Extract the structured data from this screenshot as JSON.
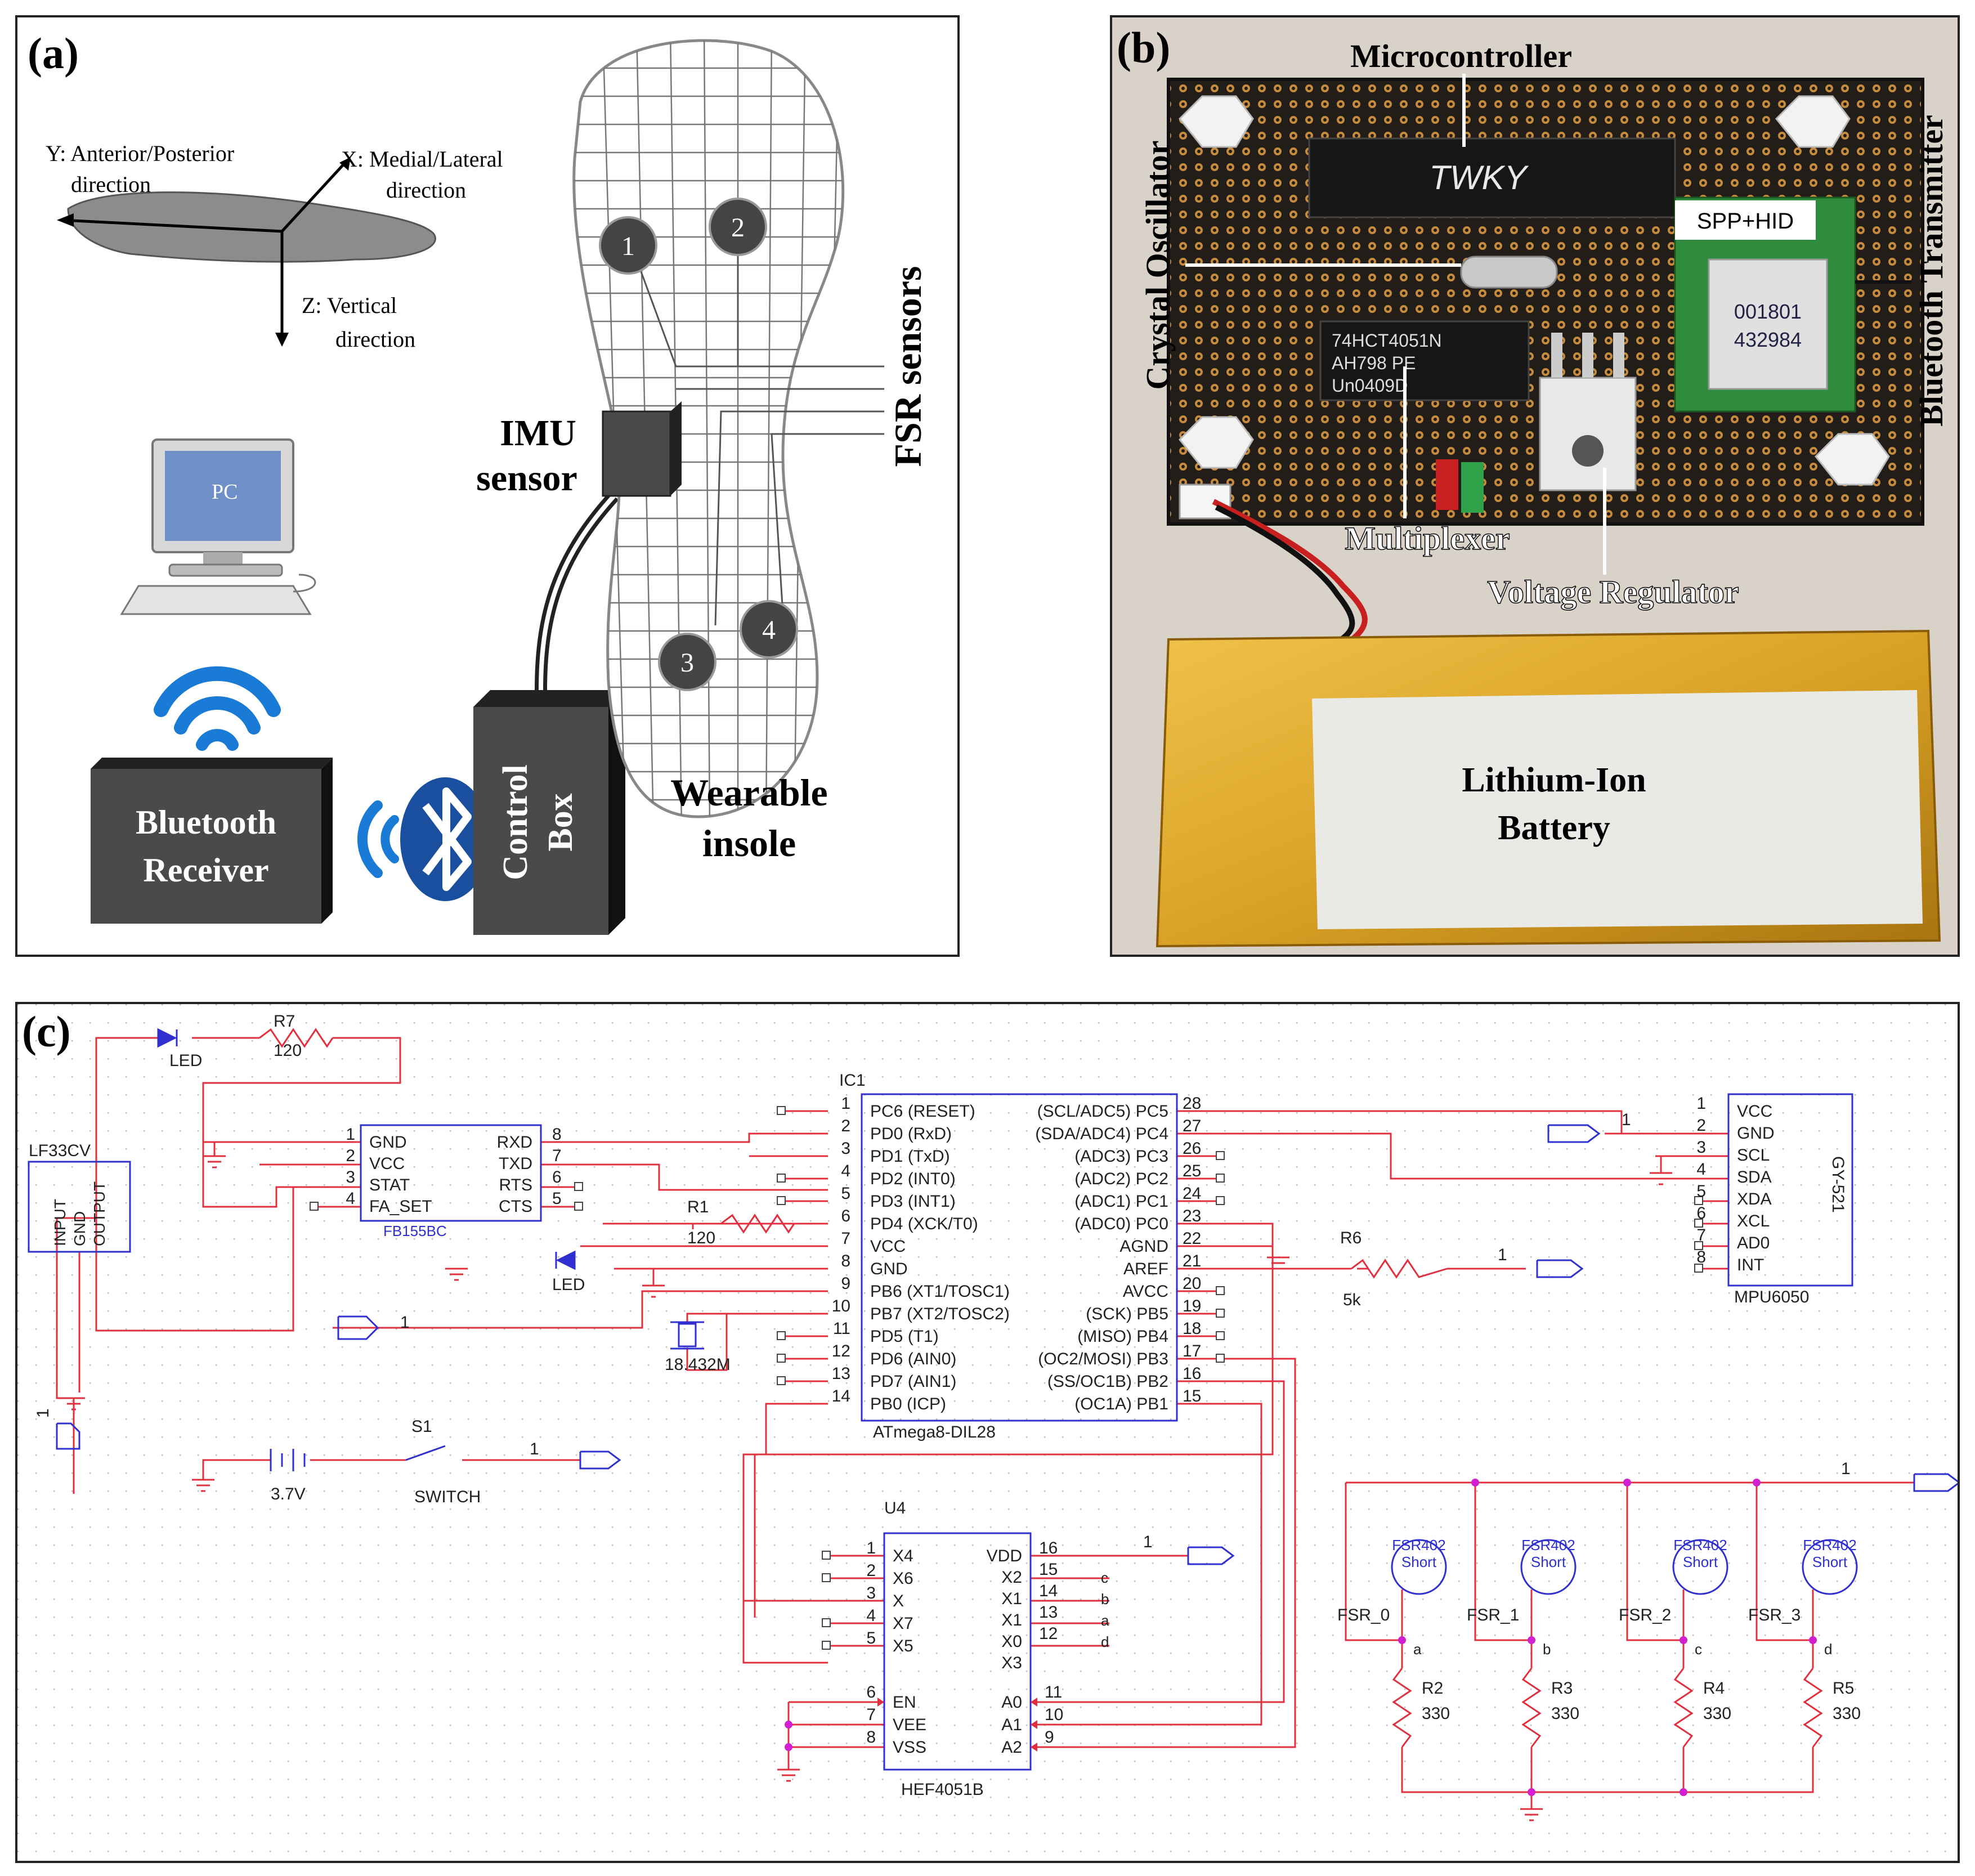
{
  "panel_a": {
    "label": "(a)",
    "axis_y": "Y: Anterior/Posterior",
    "axis_y2": "direction",
    "axis_x": "X: Medial/Lateral",
    "axis_x2": "direction",
    "axis_z": "Z: Vertical",
    "axis_z2": "direction",
    "pc": "PC",
    "bt_receiver_1": "Bluetooth",
    "bt_receiver_2": "Receiver",
    "control_box_1": "Control",
    "control_box_2": "Box",
    "imu_1": "IMU",
    "imu_2": "sensor",
    "fsr": "FSR sensors",
    "insole_1": "Wearable",
    "insole_2": "insole",
    "sensor_numbers": [
      "1",
      "2",
      "3",
      "4"
    ]
  },
  "panel_b": {
    "label": "(b)",
    "microcontroller": "Microcontroller",
    "crystal": "Crystal Oscillator",
    "bt_transmitter": "Bluetooth Transmitter",
    "multiplexer": "Multiplexer",
    "regulator": "Voltage Regulator",
    "battery_1": "Lithium-Ion",
    "battery_2": "Battery",
    "chip_mux_1": "74HCT4051N",
    "chip_mux_2": "AH798     PE",
    "chip_mux_3": "Un0409D",
    "bt_module_top": "SPP+HID",
    "bt_module_1": "001801",
    "bt_module_2": "432984",
    "mcu_marking": "TWKY"
  },
  "panel_c": {
    "label": "(c)",
    "ic1_name": "IC1",
    "ic1_part": "ATmega8-DIL28",
    "ic1_left_pins": [
      {
        "n": "1",
        "name": "PC6 (RESET)"
      },
      {
        "n": "2",
        "name": "PD0 (RxD)"
      },
      {
        "n": "3",
        "name": "PD1 (TxD)"
      },
      {
        "n": "4",
        "name": "PD2 (INT0)"
      },
      {
        "n": "5",
        "name": "PD3 (INT1)"
      },
      {
        "n": "6",
        "name": "PD4 (XCK/T0)"
      },
      {
        "n": "7",
        "name": "VCC"
      },
      {
        "n": "8",
        "name": "GND"
      },
      {
        "n": "9",
        "name": "PB6 (XT1/TOSC1)"
      },
      {
        "n": "10",
        "name": "PB7 (XT2/TOSC2)"
      },
      {
        "n": "11",
        "name": "PD5 (T1)"
      },
      {
        "n": "12",
        "name": "PD6 (AIN0)"
      },
      {
        "n": "13",
        "name": "PD7 (AIN1)"
      },
      {
        "n": "14",
        "name": "PB0 (ICP)"
      }
    ],
    "ic1_right_pins": [
      {
        "n": "28",
        "name": "(SCL/ADC5) PC5"
      },
      {
        "n": "27",
        "name": "(SDA/ADC4) PC4"
      },
      {
        "n": "26",
        "name": "(ADC3) PC3"
      },
      {
        "n": "25",
        "name": "(ADC2) PC2"
      },
      {
        "n": "24",
        "name": "(ADC1) PC1"
      },
      {
        "n": "23",
        "name": "(ADC0) PC0"
      },
      {
        "n": "22",
        "name": "AGND"
      },
      {
        "n": "21",
        "name": "AREF"
      },
      {
        "n": "20",
        "name": "AVCC"
      },
      {
        "n": "19",
        "name": "(SCK) PB5"
      },
      {
        "n": "18",
        "name": "(MISO) PB4"
      },
      {
        "n": "17",
        "name": "(OC2/MOSI) PB3"
      },
      {
        "n": "16",
        "name": "(SS/OC1B) PB2"
      },
      {
        "n": "15",
        "name": "(OC1A) PB1"
      }
    ],
    "bt_left_pins": [
      {
        "n": "1",
        "name": "GND"
      },
      {
        "n": "2",
        "name": "VCC"
      },
      {
        "n": "3",
        "name": "STAT"
      },
      {
        "n": "4",
        "name": "FA_SET"
      }
    ],
    "bt_right_pins": [
      {
        "n": "8",
        "name": "RXD"
      },
      {
        "n": "7",
        "name": "TXD"
      },
      {
        "n": "6",
        "name": "RTS"
      },
      {
        "n": "5",
        "name": "CTS"
      }
    ],
    "bt_part": "FB155BC",
    "mpu_pins": [
      {
        "n": "1",
        "name": "VCC"
      },
      {
        "n": "2",
        "name": "GND"
      },
      {
        "n": "3",
        "name": "SCL"
      },
      {
        "n": "4",
        "name": "SDA"
      },
      {
        "n": "5",
        "name": "XDA"
      },
      {
        "n": "6",
        "name": "XCL"
      },
      {
        "n": "7",
        "name": "AD0"
      },
      {
        "n": "8",
        "name": "INT"
      }
    ],
    "mpu_name": "GY-521",
    "mpu_part": "MPU6050",
    "u4_name": "U4",
    "u4_part": "HEF4051B",
    "u4_left_pins": [
      {
        "n": "1",
        "name": "X4"
      },
      {
        "n": "2",
        "name": "X6"
      },
      {
        "n": "3",
        "name": "X"
      },
      {
        "n": "4",
        "name": "X7"
      },
      {
        "n": "5",
        "name": "X5"
      }
    ],
    "u4_left_pins2": [
      {
        "n": "6",
        "name": "EN"
      },
      {
        "n": "7",
        "name": "VEE"
      },
      {
        "n": "8",
        "name": "VSS"
      }
    ],
    "u4_right_pins": [
      {
        "n": "16",
        "name": "VDD",
        "net": ""
      },
      {
        "n": "15",
        "name": "X2",
        "net": "c"
      },
      {
        "n": "14",
        "name": "X1",
        "net": "b"
      },
      {
        "n": "13",
        "name": "X1",
        "net": "a"
      },
      {
        "n": "12",
        "name": "X0",
        "net": "d"
      },
      {
        "n": "",
        "name": "X3",
        "net": ""
      }
    ],
    "u4_right_pins2": [
      {
        "n": "11",
        "name": "A0"
      },
      {
        "n": "10",
        "name": "A1"
      },
      {
        "n": "9",
        "name": "A2"
      }
    ],
    "reg_name": "LF33CV",
    "reg_pins": [
      "INPUT",
      "GND",
      "OUTPUT"
    ],
    "led": "LED",
    "r7_name": "R7",
    "r7_val": "120",
    "r1_name": "R1",
    "r1_val": "120",
    "r6_name": "R6",
    "r6_val": "5k",
    "crystal": "18.432M",
    "battery": "3.7V",
    "switch_name": "S1",
    "switch_label": "SWITCH",
    "port_label": "1",
    "fsr_part_1": "FSR402",
    "fsr_part_2": "Short",
    "fsr": [
      {
        "name": "FSR_0",
        "net": "a",
        "r": "R2",
        "rv": "330"
      },
      {
        "name": "FSR_1",
        "net": "b",
        "r": "R3",
        "rv": "330"
      },
      {
        "name": "FSR_2",
        "net": "c",
        "r": "R4",
        "rv": "330"
      },
      {
        "name": "FSR_3",
        "net": "d",
        "r": "R5",
        "rv": "330"
      }
    ]
  },
  "colors": {
    "wire": "#e03040",
    "part": "#3030d0",
    "text": "#222222",
    "pin": "#444444"
  }
}
